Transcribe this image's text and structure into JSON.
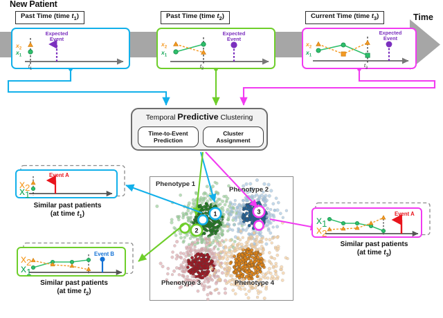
{
  "header": {
    "new_patient_label": "New Patient",
    "time_label": "Time"
  },
  "timeline_stages": [
    {
      "id": "t1",
      "title_prefix": "Past Time (time ",
      "title_var": "t",
      "title_sub": "1",
      "title_suffix": ")",
      "color": "#12b0ea",
      "axis_tick_label": "t",
      "axis_tick_sub": "1",
      "expected_event_label_line1": "Expected",
      "expected_event_label_line2": "Event",
      "series_labels": {
        "x1": "x",
        "x1_sub": "1",
        "x2": "x",
        "x2_sub": "2"
      },
      "series": {
        "x1": [
          0.18
        ],
        "x2": [
          0.55
        ]
      }
    },
    {
      "id": "t2",
      "title_prefix": "Past Time (time ",
      "title_var": "t",
      "title_sub": "2",
      "title_suffix": ")",
      "color": "#6ece2a",
      "axis_tick_label": "t",
      "axis_tick_sub": "2",
      "expected_event_label_line1": "Expected",
      "expected_event_label_line2": "Event",
      "series_labels": {
        "x1": "x",
        "x1_sub": "1",
        "x2": "x",
        "x2_sub": "2"
      },
      "series": {
        "x1": [
          0.22,
          0.78
        ],
        "x2": [
          0.7,
          0.26
        ]
      }
    },
    {
      "id": "t3",
      "title_prefix": "Current Time (time ",
      "title_var": "t",
      "title_sub": "3",
      "title_suffix": ")",
      "color": "#f13bf1",
      "axis_tick_label": "t",
      "axis_tick_sub": "3",
      "expected_event_label_line1": "Expected",
      "expected_event_label_line2": "Event",
      "series_labels": {
        "x1": "x",
        "x1_sub": "1",
        "x2": "x",
        "x2_sub": "2"
      },
      "series": {
        "x1": [
          0.3,
          0.62,
          0.2
        ],
        "x2": [
          0.62,
          0.22,
          0.72
        ]
      }
    }
  ],
  "model": {
    "title_word1": "Temporal",
    "title_word2": "Predictive",
    "title_word3": "Clustering",
    "sub_blocks": [
      {
        "line1": "Time-to-Event",
        "line2": "Prediction"
      },
      {
        "line1": "Cluster",
        "line2": "Assignment"
      }
    ]
  },
  "cluster_plot": {
    "phenotypes": [
      {
        "label": "Phenotype 1",
        "color": "#1f7a1f"
      },
      {
        "label": "Phenotype 2",
        "color": "#1f5f96"
      },
      {
        "label": "Phenotype 3",
        "color": "#9e1520"
      },
      {
        "label": "Phenotype 4",
        "color": "#e08214"
      }
    ],
    "markers": [
      {
        "number": "1",
        "color": "#12b0ea"
      },
      {
        "number": "2",
        "color": "#6ece2a"
      },
      {
        "number": "3",
        "color": "#f13bf1"
      }
    ]
  },
  "similar_patients": [
    {
      "id": "sp1",
      "caption_line1": "Similar past patients",
      "caption_prefix": "(at time ",
      "caption_var": "t",
      "caption_sub": "1",
      "caption_suffix": ")",
      "color": "#12b0ea",
      "event_label": "Event A",
      "event_color": "#e8141c",
      "series_labels": {
        "x1": "x",
        "x1_sub": "1",
        "x2": "x",
        "x2_sub": "2"
      },
      "series": {
        "x1": [
          0.2
        ],
        "x2": [
          0.52
        ]
      }
    },
    {
      "id": "sp2",
      "caption_line1": "Similar past patients",
      "caption_prefix": "(at time ",
      "caption_var": "t",
      "caption_sub": "2",
      "caption_suffix": ")",
      "color": "#6ece2a",
      "event_label": "Event B",
      "event_color": "#1472d6",
      "series_labels": {
        "x1": "x",
        "x1_sub": "1",
        "x2": "x",
        "x2_sub": "2"
      },
      "series": {
        "x1": [
          0.18,
          0.62,
          0.62,
          0.7
        ],
        "x2": [
          0.66,
          0.42,
          0.36,
          0.24
        ]
      }
    },
    {
      "id": "sp3",
      "caption_line1": "Similar past patients",
      "caption_prefix": "(at time ",
      "caption_var": "t",
      "caption_sub": "3",
      "caption_suffix": ")",
      "color": "#f13bf1",
      "event_label": "Event A",
      "event_color": "#e8141c",
      "series_labels": {
        "x1": "x",
        "x1_sub": "1",
        "x2": "x",
        "x2_sub": "2"
      },
      "series": {
        "x1": [
          0.8,
          0.55,
          0.55,
          0.4,
          0.18
        ],
        "x2": [
          0.22,
          0.3,
          0.34,
          0.6,
          0.82
        ]
      }
    }
  ],
  "colors": {
    "blue": "#12b0ea",
    "green": "#6ece2a",
    "magenta": "#f13bf1",
    "purple": "#7b2fbe",
    "orange": "#f59a23",
    "series_green": "#1aa85a",
    "gray_arrow": "#a6a6a6",
    "red_event": "#e8141c",
    "blue_event": "#1472d6"
  }
}
